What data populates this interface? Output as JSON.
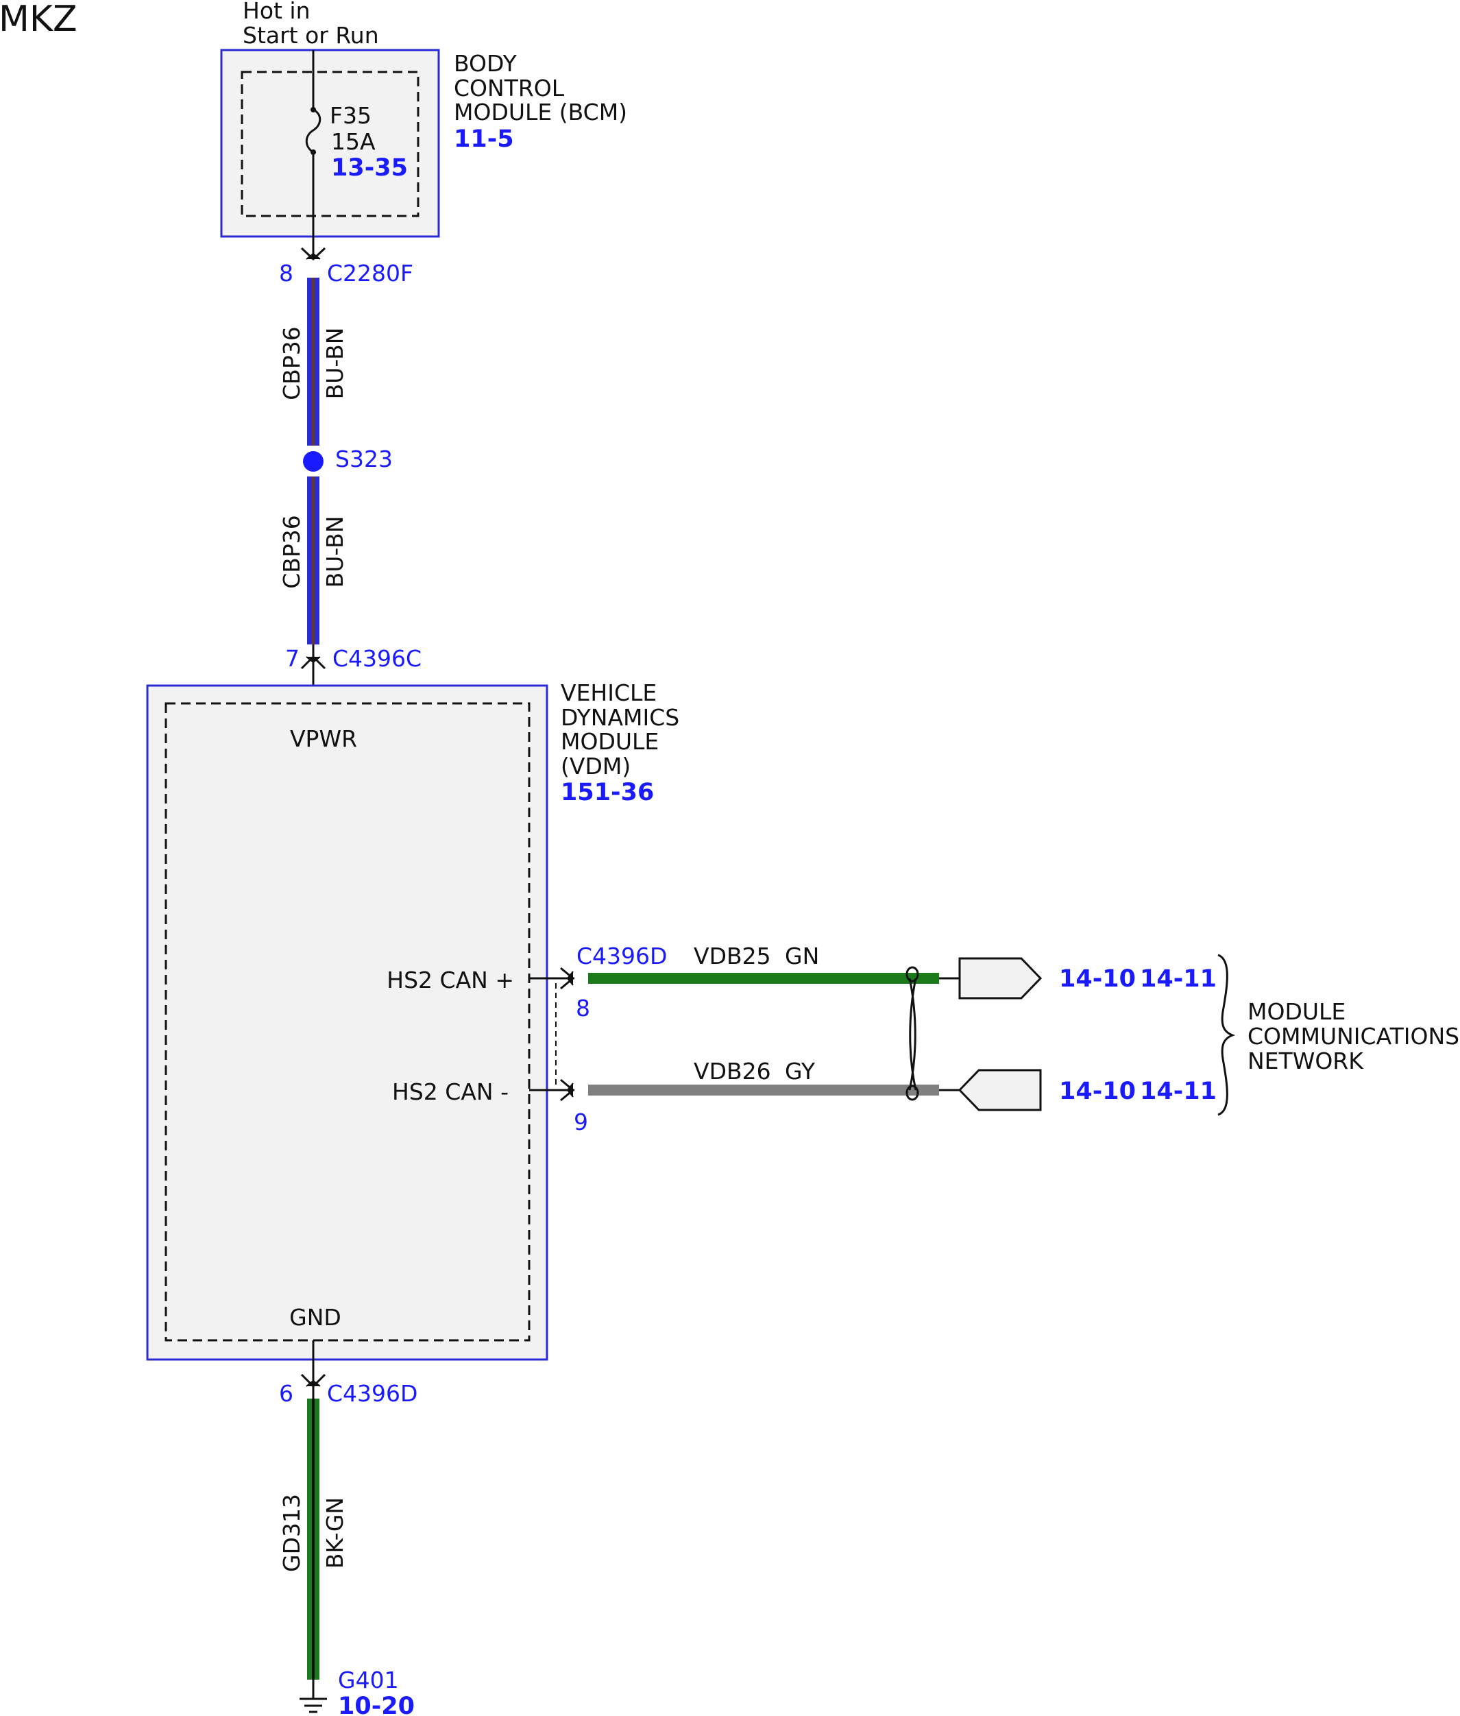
{
  "header": {
    "title": "MKZ"
  },
  "power": {
    "line1": "Hot in",
    "line2": "Start or Run"
  },
  "bcm": {
    "name_line1": "BODY",
    "name_line2": "CONTROL",
    "name_line3": "MODULE (BCM)",
    "ref": "11-5",
    "fuse_name": "F35",
    "fuse_rating": "15A",
    "fuse_ref": "13-35"
  },
  "connectors": {
    "c2280f": {
      "pin": "8",
      "name": "C2280F"
    },
    "c4396c": {
      "pin": "7",
      "name": "C4396C"
    },
    "c4396d_can": {
      "name": "C4396D",
      "pin_plus": "8",
      "pin_minus": "9"
    },
    "c4396d_gnd": {
      "pin": "6",
      "name": "C4396D"
    }
  },
  "wires": {
    "upper": {
      "circuit": "CBP36",
      "color": "BU-BN"
    },
    "lower": {
      "circuit": "CBP36",
      "color": "BU-BN"
    },
    "can_plus": {
      "circuit": "VDB25",
      "color": "GN"
    },
    "can_minus": {
      "circuit": "VDB26",
      "color": "GY"
    },
    "ground": {
      "circuit": "GD313",
      "color": "BK-GN"
    }
  },
  "splice": {
    "name": "S323"
  },
  "vdm": {
    "name_line1": "VEHICLE",
    "name_line2": "DYNAMICS",
    "name_line3": "MODULE",
    "name_line4": "(VDM)",
    "ref": "151-36",
    "pin_vpwr": "VPWR",
    "pin_gnd": "GND",
    "pin_can_plus": "HS2 CAN +",
    "pin_can_minus": "HS2 CAN -"
  },
  "network": {
    "plus_ref1": "14-10",
    "plus_ref2": "14-11",
    "minus_ref1": "14-10",
    "minus_ref2": "14-11",
    "label_line1": "MODULE",
    "label_line2": "COMMUNICATIONS",
    "label_line3": "NETWORK"
  },
  "ground": {
    "name": "G401",
    "ref": "10-20"
  },
  "colors": {
    "module_border": "#2b2bd6",
    "module_fill": "#f2f2f2",
    "label_blue": "#1a1aff",
    "wire_blue": "#2b2bd6",
    "wire_brown": "#6b3a1e",
    "wire_green": "#1a7a1a",
    "wire_gray": "#808080",
    "wire_black": "#111111"
  },
  "icons": [
    "fuse-icon",
    "splice-icon",
    "ground-icon",
    "twisted-pair-icon",
    "connector-icon"
  ]
}
